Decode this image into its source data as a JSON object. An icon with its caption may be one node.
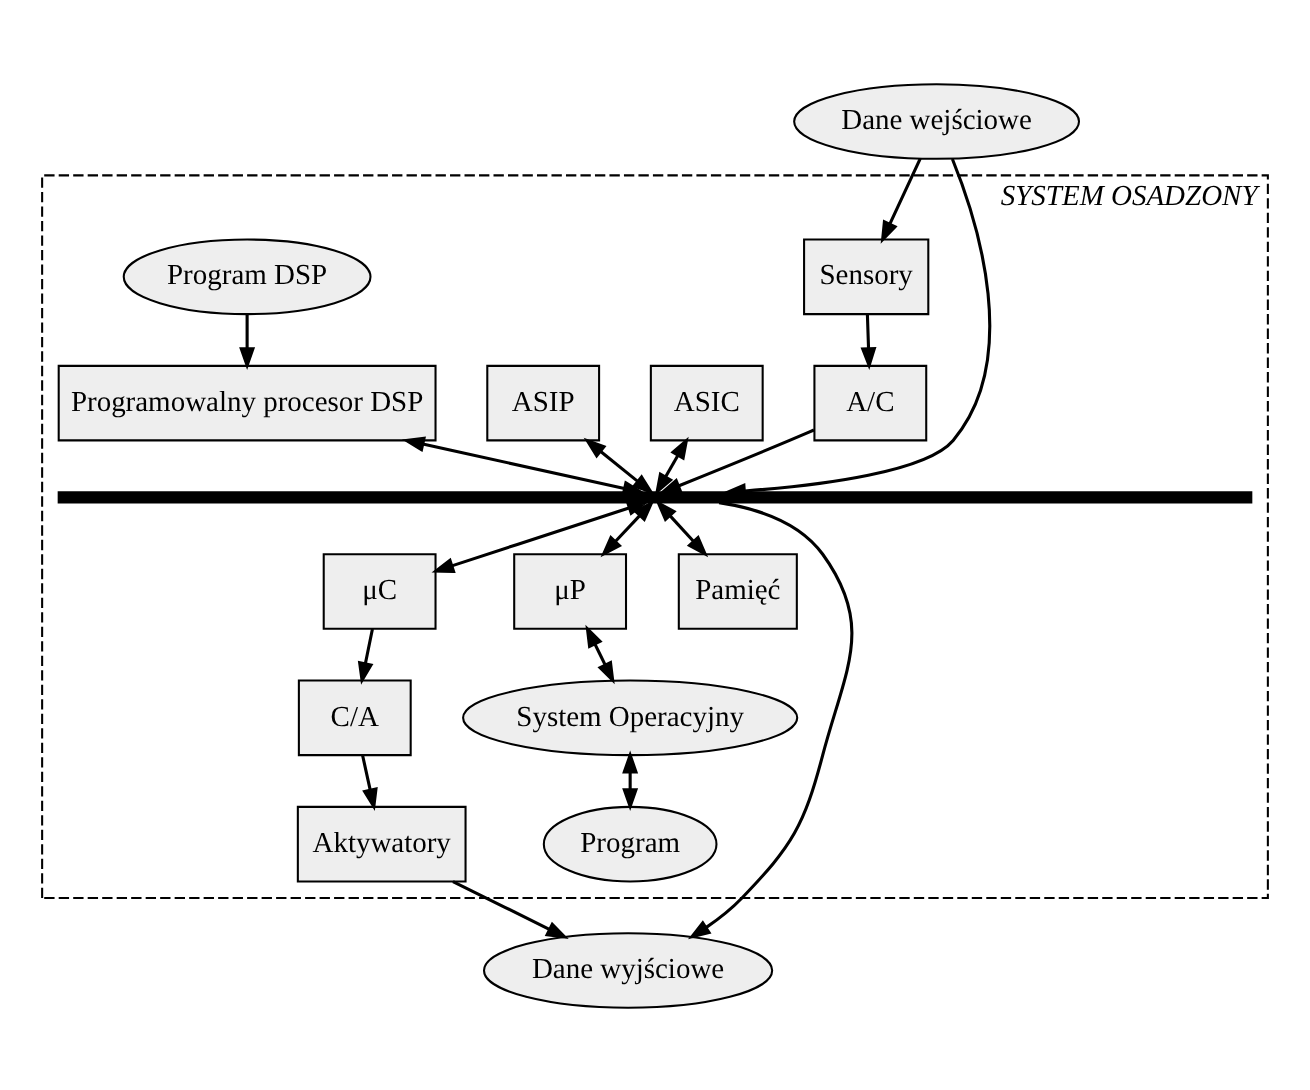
{
  "diagram": {
    "nodes": [
      {
        "text": [
          "SYSTEM OSADZONY"
        ]
      },
      {
        "text": [
          "Dane wejściowe"
        ]
      },
      {
        "text": [
          "Sensory"
        ],
        "in": 0
      },
      {
        "text": [
          "A/C"
        ],
        "in": 0
      },
      {
        "text": [
          "ASIC"
        ],
        "in": 0
      },
      {
        "text": [
          "ASIP"
        ],
        "in": 0
      },
      {
        "text": [
          "Program DSP"
        ],
        "in": 0
      },
      {
        "text": [
          "Programowalny procesor DSP"
        ],
        "in": 0
      },
      {
        "text": [],
        "shape": "bar",
        "in": 0
      },
      {
        "text": [
          "C/A"
        ],
        "in": 0
      },
      {
        "text": [
          "μC"
        ],
        "in": 0
      },
      {
        "text": [
          "μP"
        ],
        "in": 0
      },
      {
        "text": [
          "Pamięć"
        ],
        "in": 0
      },
      {
        "text": [
          "Aktywatory"
        ],
        "in": 0
      },
      {
        "text": [
          "System Operacyjny"
        ],
        "in": 0
      },
      {
        "text": [
          "Program"
        ],
        "in": 0
      },
      {
        "text": [
          "Dane wyjściowe"
        ]
      }
    ],
    "edges": [
      {
        "from": 1,
        "to": 2,
        "arrow": "to"
      },
      {
        "from": 1,
        "to": 8,
        "arrow": "to"
      },
      {
        "from": 2,
        "to": 3,
        "arrow": "to"
      },
      {
        "from": 3,
        "to": 8,
        "arrow": "to"
      },
      {
        "from": 4,
        "to": 8,
        "arrow": "both"
      },
      {
        "from": 5,
        "to": 8,
        "arrow": "both"
      },
      {
        "from": 6,
        "to": 7,
        "arrow": "to"
      },
      {
        "from": 7,
        "to": 8,
        "arrow": "both"
      },
      {
        "from": 8,
        "to": 10,
        "arrow": "both"
      },
      {
        "from": 8,
        "to": 11,
        "arrow": "both"
      },
      {
        "from": 8,
        "to": 12,
        "arrow": "both"
      },
      {
        "from": 8,
        "to": 16,
        "arrow": "to"
      },
      {
        "from": 10,
        "to": 9,
        "arrow": "to"
      },
      {
        "from": 9,
        "to": 13,
        "arrow": "to"
      },
      {
        "from": 13,
        "to": 16,
        "arrow": "to"
      },
      {
        "from": 11,
        "to": 14,
        "arrow": "both"
      },
      {
        "from": 14,
        "to": 15,
        "arrow": "both"
      }
    ]
  }
}
